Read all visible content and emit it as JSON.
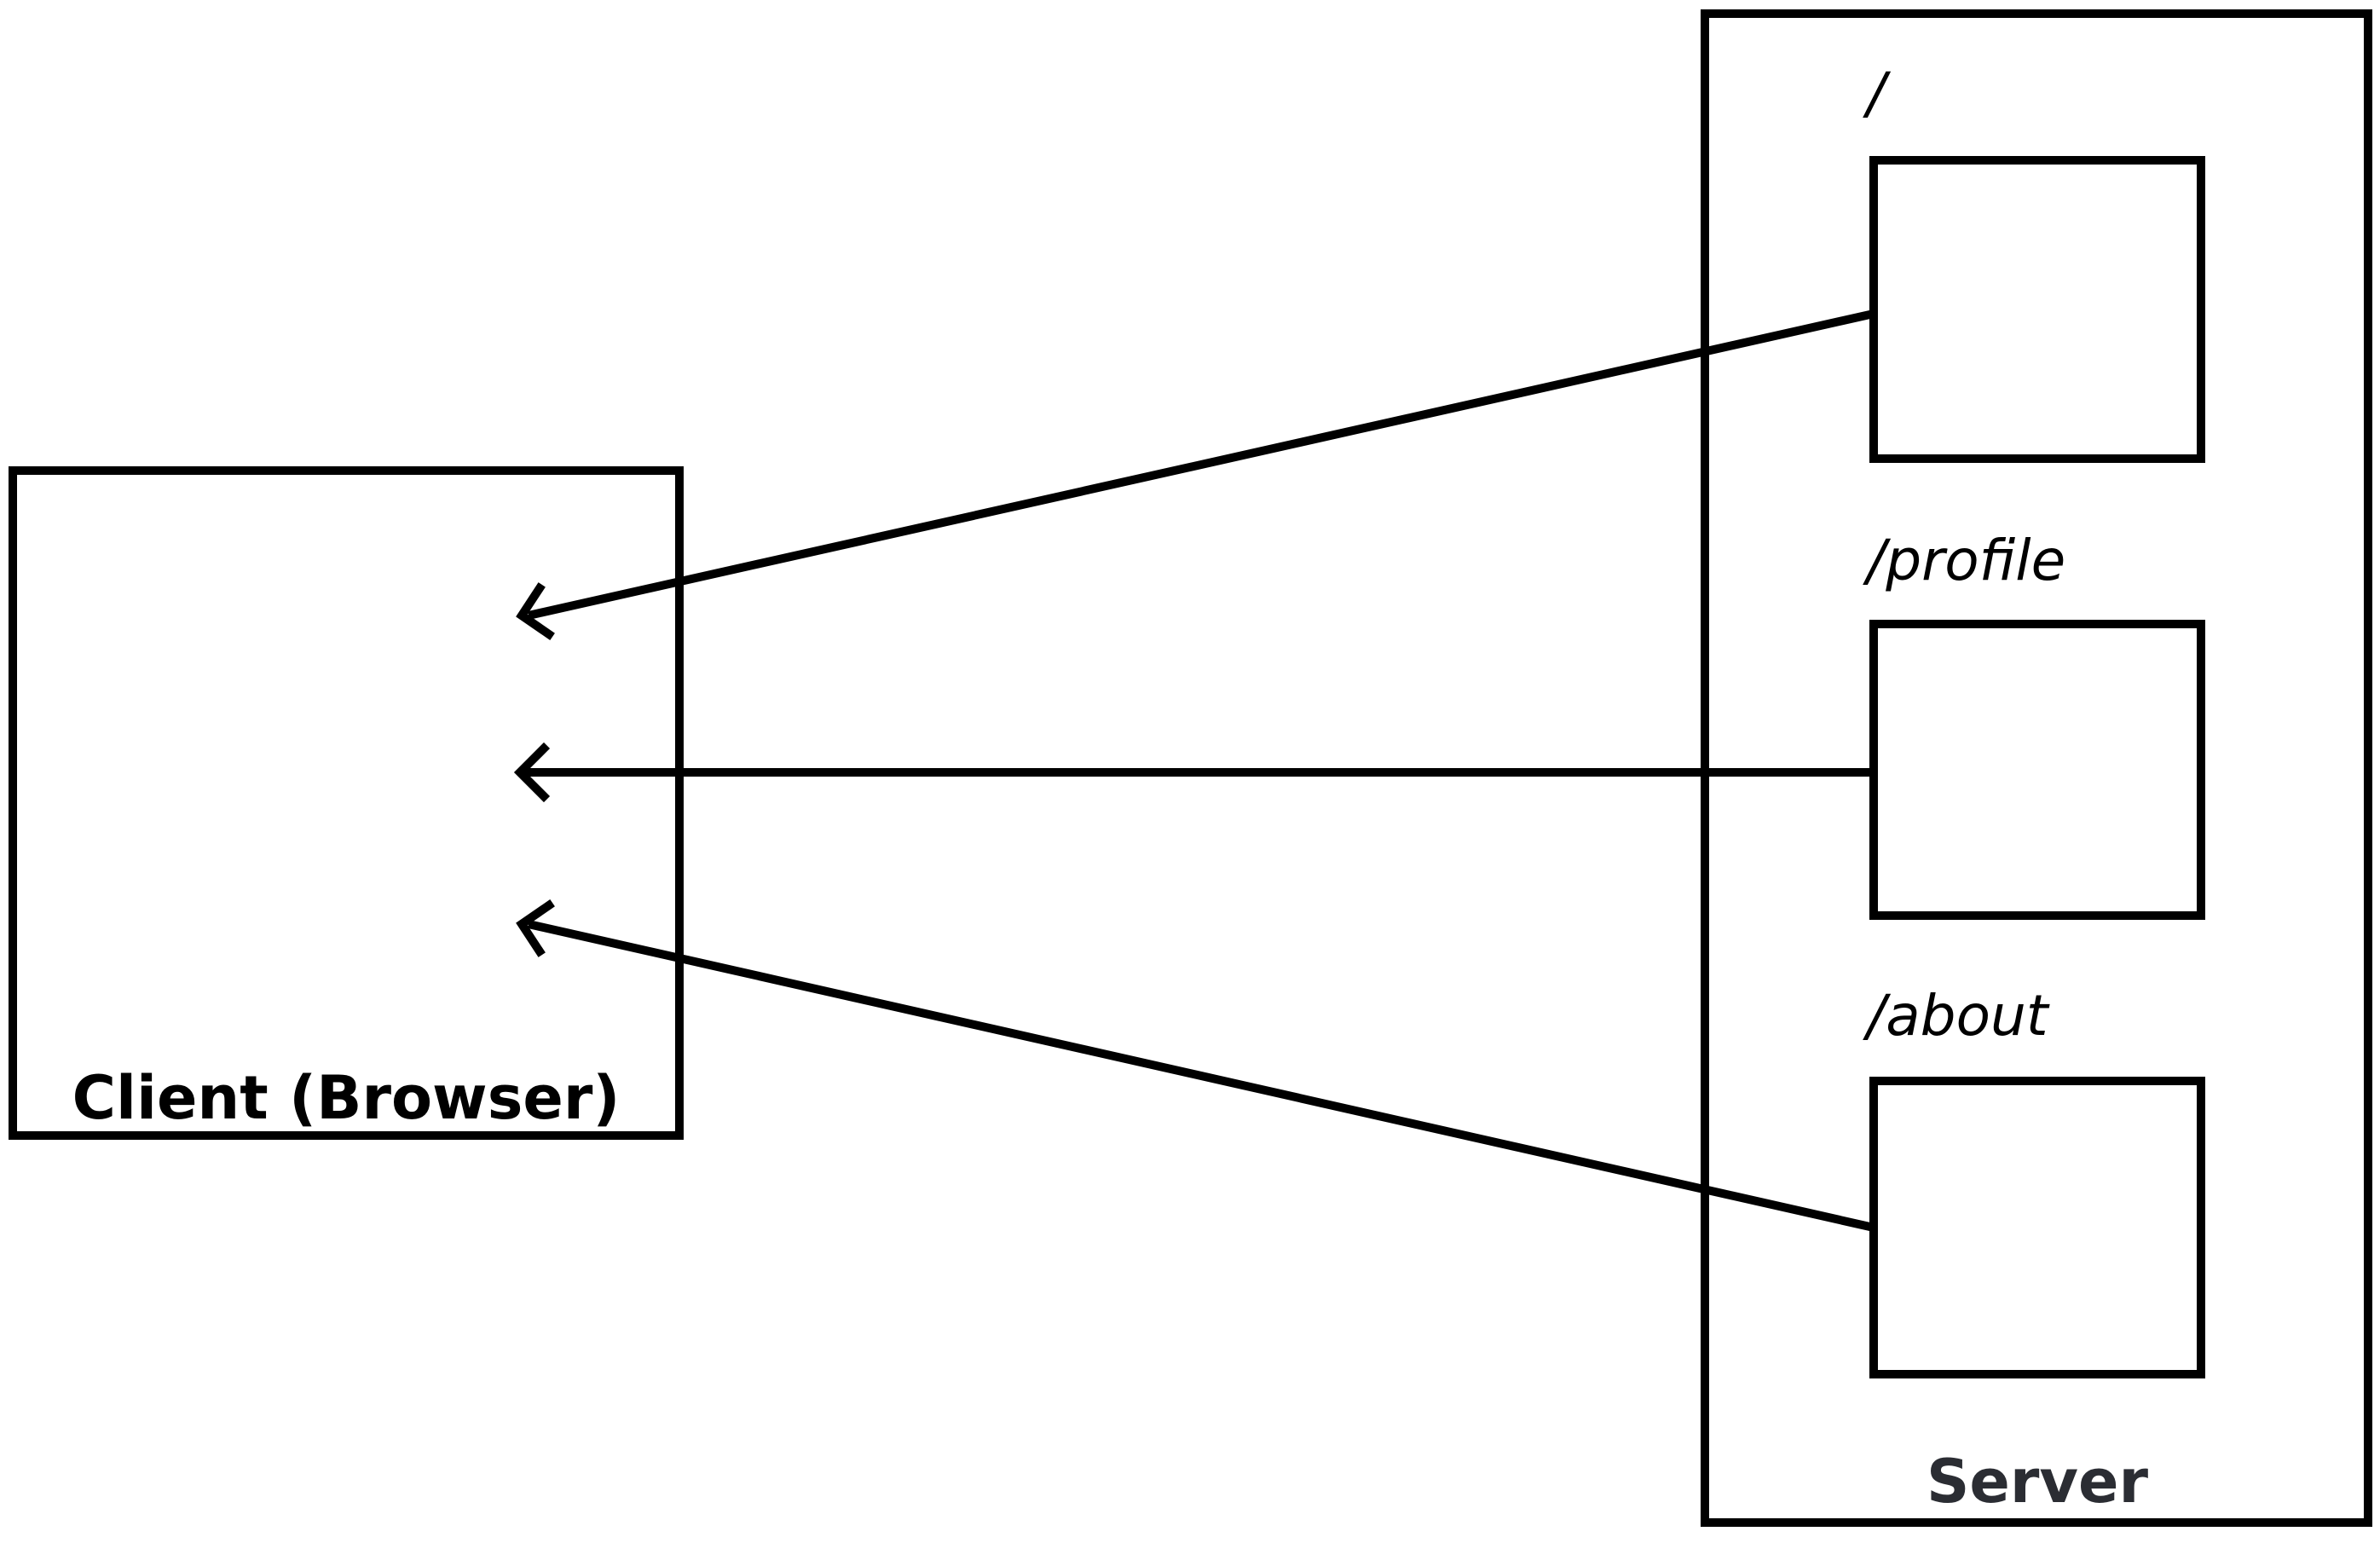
{
  "client": {
    "label": "Client (Browser)"
  },
  "server": {
    "label": "Server",
    "routes": [
      {
        "path": "/"
      },
      {
        "path": "/profile"
      },
      {
        "path": "/about"
      }
    ]
  },
  "colors": {
    "stroke": "#000000",
    "server_label": "#2b2d33",
    "background": "#ffffff"
  }
}
